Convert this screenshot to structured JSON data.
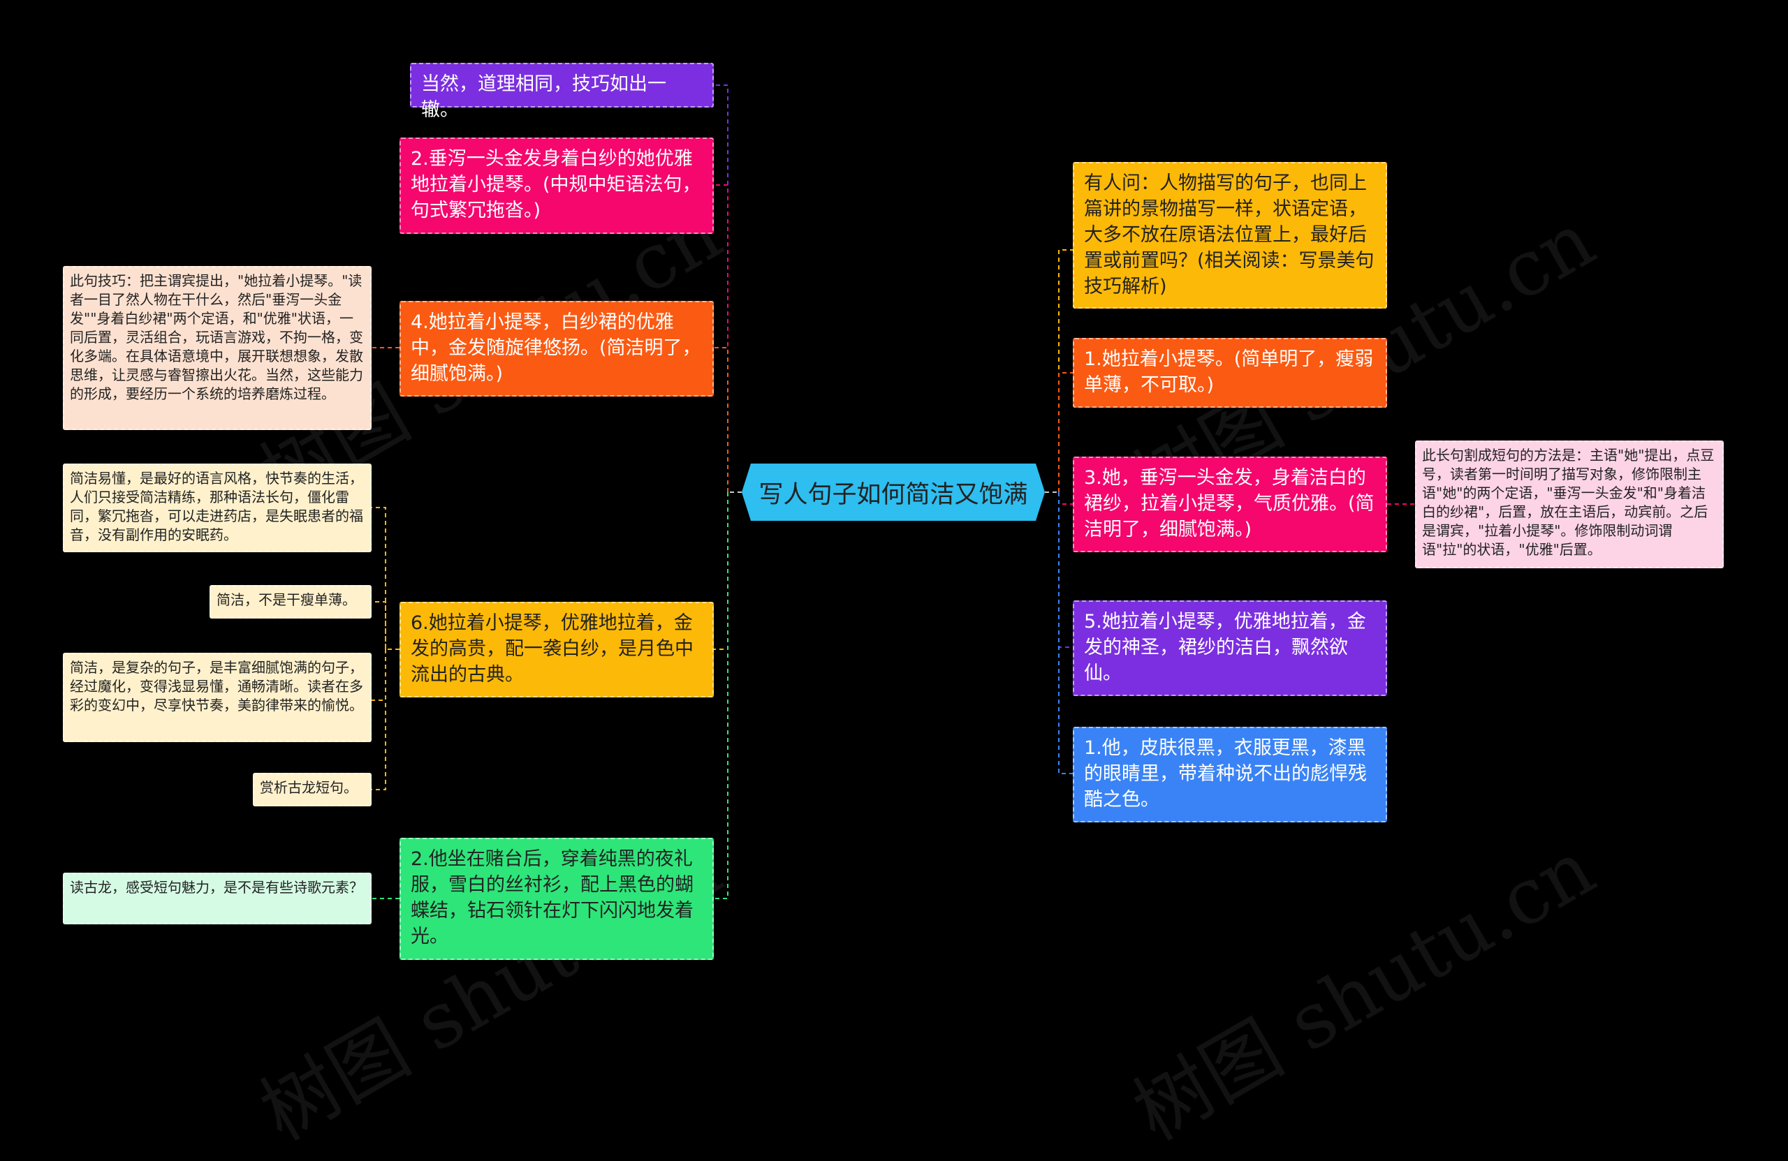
{
  "center": {
    "label": "写人句子如何简洁又饱满"
  },
  "left": [
    {
      "text": "当然，道理相同，技巧如出一辙。",
      "color": "#7b2fe0"
    },
    {
      "text": "2.垂泻一头金发身着白纱的她优雅地拉着小提琴。(中规中矩语法句，句式繁冗拖沓。)",
      "color": "#f5076e"
    },
    {
      "text": "4.她拉着小提琴，白纱裙的优雅中，金发随旋律悠扬。(简洁明了，细腻饱满。)",
      "color": "#fb5a13",
      "note": "此句技巧：把主谓宾提出，\"她拉着小提琴。\"读者一目了然人物在干什么，然后\"垂泻一头金发\"\"身着白纱裙\"两个定语，和\"优雅\"状语，一同后置，灵活组合，玩语言游戏，不拘一格，变化多端。在具体语意境中，展开联想想象，发散思维，让灵感与睿智擦出火花。当然，这些能力的形成，要经历一个系统的培养磨炼过程。"
    },
    {
      "text": "6.她拉着小提琴，优雅地拉着，金发的高贵，配一袭白纱，是月色中流出的古典。",
      "color": "#fdb907",
      "notes": [
        "简洁易懂，是最好的语言风格，快节奏的生活，人们只接受简洁精练，那种语法长句，僵化雷同，繁冗拖沓，可以走进药店，是失眠患者的福音，没有副作用的安眠药。",
        "简洁，不是干瘦单薄。",
        "简洁，是复杂的句子，是丰富细腻饱满的句子，经过魔化，变得浅显易懂，通畅清晰。读者在多彩的变幻中，尽享快节奏，美韵律带来的愉悦。",
        "赏析古龙短句。"
      ]
    },
    {
      "text": "2.他坐在赌台后，穿着纯黑的夜礼服，雪白的丝衬衫，配上黑色的蝴蝶结，钻石领针在灯下闪闪地发着光。",
      "color": "#2ee57a",
      "note": "读古龙，感受短句魅力，是不是有些诗歌元素？"
    }
  ],
  "right": [
    {
      "text": "有人问：人物描写的句子，也同上篇讲的景物描写一样，状语定语，大多不放在原语法位置上，最好后置或前置吗？(相关阅读：写景美句技巧解析)",
      "color": "#fdb907"
    },
    {
      "text": "1.她拉着小提琴。(简单明了，瘦弱单薄，不可取。)",
      "color": "#fb5a13"
    },
    {
      "text": "3.她，垂泻一头金发，身着洁白的裙纱，拉着小提琴，气质优雅。(简洁明了，细腻饱满。)",
      "color": "#f5076e",
      "note": "此长句割成短句的方法是：主语\"她\"提出，点豆号，读者第一时间明了描写对象，修饰限制主语\"她\"的两个定语，\"垂泻一头金发\"和\"身着洁白的纱裙\"，后置，放在主语后，动宾前。之后是谓宾，\"拉着小提琴\"。修饰限制动词谓语\"拉\"的状语，\"优雅\"后置。"
    },
    {
      "text": "5.她拉着小提琴，优雅地拉着，金发的神圣，裙纱的洁白，飘然欲仙。",
      "color": "#7b2fe0"
    },
    {
      "text": "1.他，皮肤很黑，衣服更黑，漆黑的眼睛里，带着种说不出的彪悍残酷之色。",
      "color": "#3a83f6"
    }
  ],
  "watermark": "树图 shutu.cn"
}
